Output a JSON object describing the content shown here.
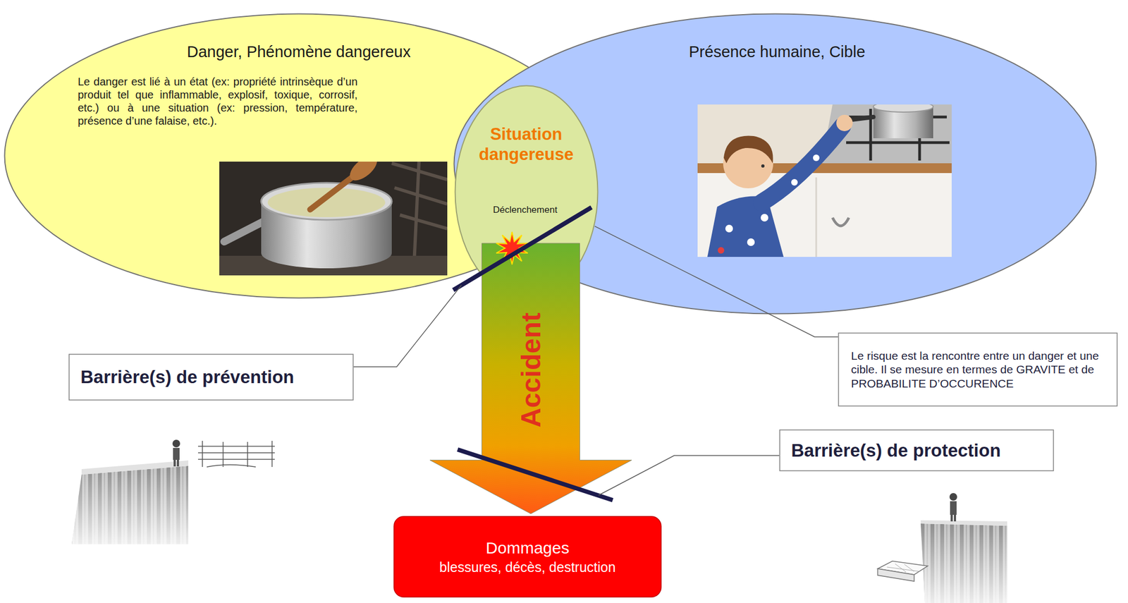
{
  "diagram": {
    "nodes": [
      {
        "text": [
          "Danger, Phénomène dangereux",
          "Le danger est lié à un état (ex: propriété intrinsèque d’un produit tel que inflammable, explosif, toxique, corrosif, etc.) ou à une situation (ex: pression, température, présence d’une falaise, etc.)."
        ]
      },
      {
        "text": [
          "Présence humaine, Cible"
        ]
      },
      {
        "text": [
          "Situation dangereuse"
        ]
      },
      {
        "text": [
          "Accident"
        ]
      },
      {
        "text": [
          "Barrière(s) de prévention"
        ]
      },
      {
        "text": [
          "Le risque est la rencontre entre un danger et une cible. Il se mesure en termes de GRAVITE et de PROBABILITE D’OCCURENCE"
        ]
      },
      {
        "text": [
          "Barrière(s) de protection"
        ]
      },
      {
        "text": [
          "Dommages",
          "blessures, décès, destruction"
        ]
      }
    ],
    "edges": [
      {
        "from": 5,
        "to": 2,
        "arrow": "none"
      }
    ],
    "labels": [
      "Déclenchement"
    ]
  }
}
